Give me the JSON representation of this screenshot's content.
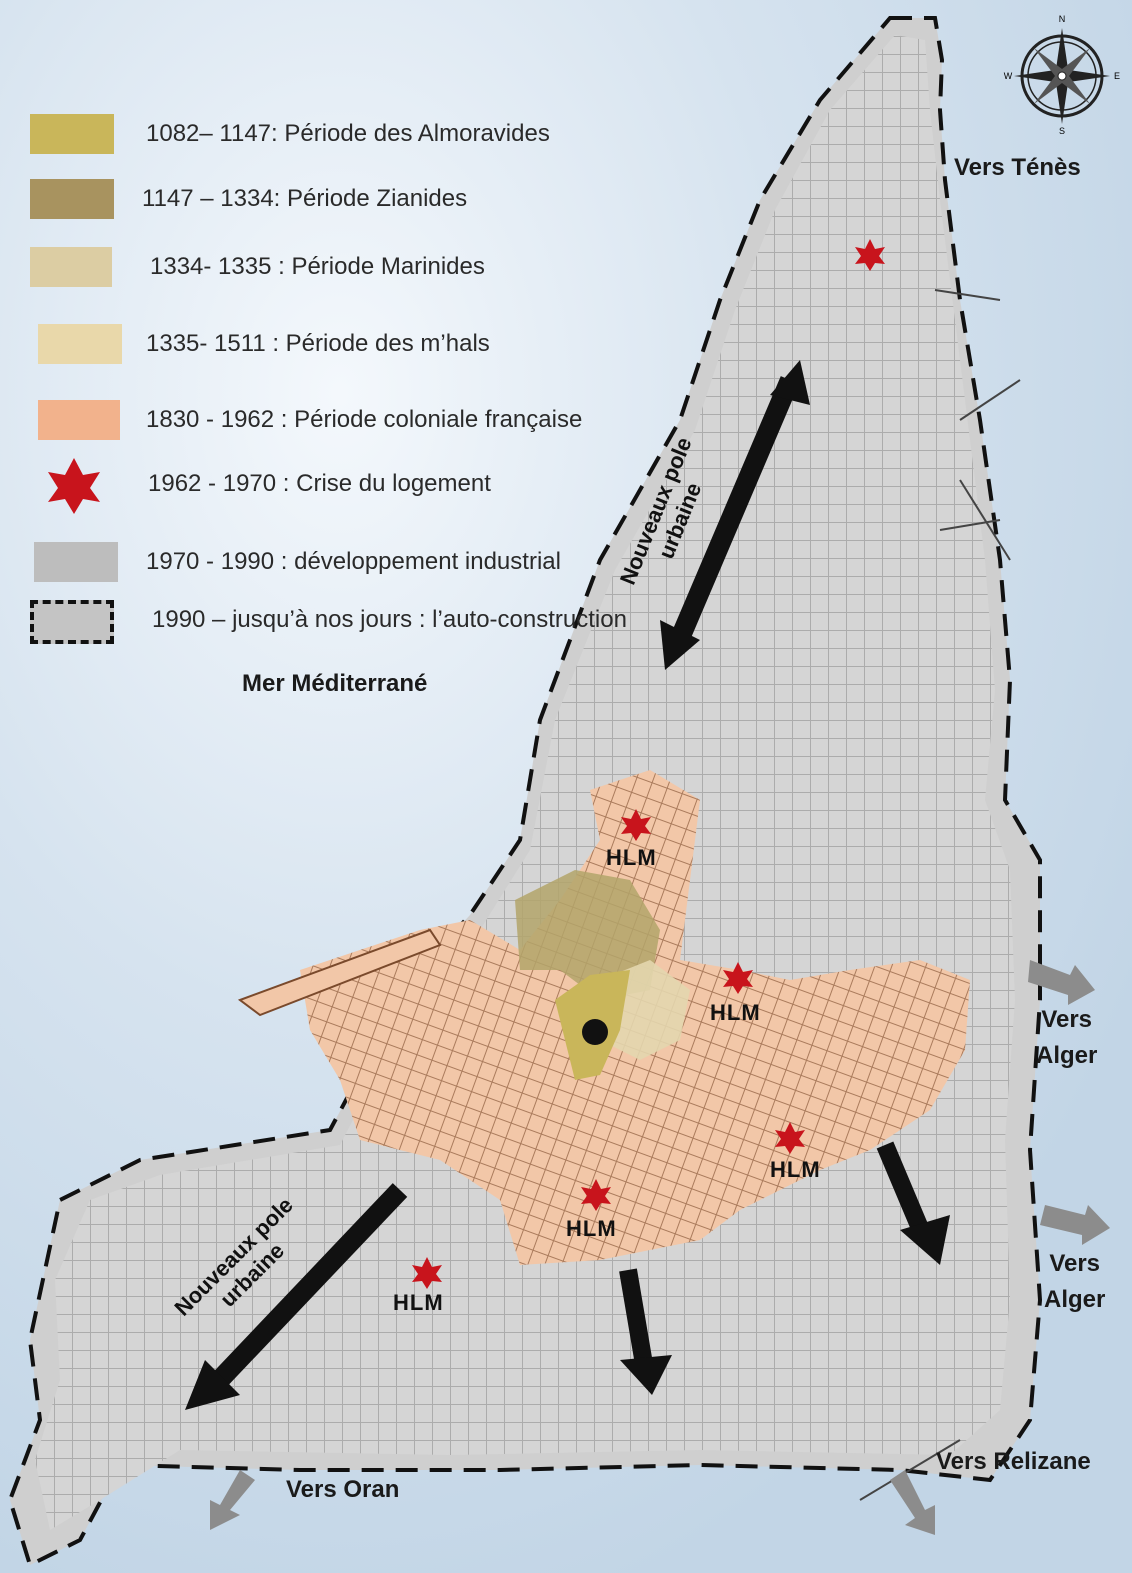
{
  "legend": [
    {
      "label": "1082– 1147: Période des Almoravides",
      "color": "#c9b65a"
    },
    {
      "label": "1147 – 1334: Période Zianides",
      "color": "#a8935f"
    },
    {
      "label": "1334- 1335 : Période Marinides",
      "color": "#dccda3"
    },
    {
      "label": "1335- 1511 : Période des m’hals",
      "color": "#e9d8aa"
    },
    {
      "label": "1830 - 1962 : Période coloniale française",
      "color": "#f2b28c"
    },
    {
      "label": "1962 - 1970 : Crise du logement",
      "color": "#c8141c"
    },
    {
      "label": "1970 - 1990 : développement industrial",
      "color": "#bdbdbd"
    },
    {
      "label": "1990 – jusqu’à nos jours :  l’auto-construction",
      "color": "#c4c4c4"
    }
  ],
  "labels": {
    "sea": "Mer Méditerrané",
    "tenes": "Vers Ténès",
    "alger_1": "Vers\nAlger",
    "alger_2": "Vers\nAlger",
    "relizane": "Vers Relizane",
    "oran": "Vers Oran",
    "hlm": "HLM",
    "pole_north": "Nouveaux pole\nurbaine",
    "pole_south": "Nouveaux pole\nurbaine"
  },
  "compass": {
    "n": "N",
    "s": "S",
    "e": "E",
    "w": "W"
  },
  "colors": {
    "urban_gray": "#d7d7d7",
    "colonial": "#f2c7a8",
    "streets": "#7a4a2c",
    "arrow": "#111111",
    "exit_arrow": "#8c8c8c",
    "star": "#c8141c"
  }
}
